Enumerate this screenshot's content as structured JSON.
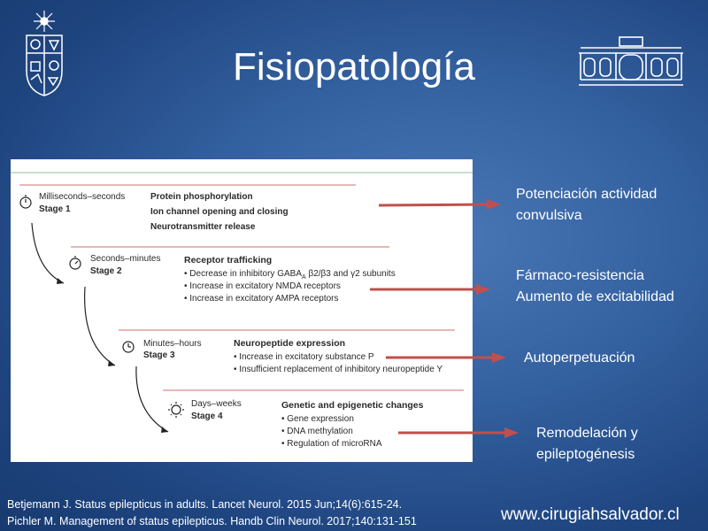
{
  "title": "Fisiopatología",
  "figure": {
    "stages": [
      {
        "time": "Milliseconds–seconds",
        "stage": "Stage 1",
        "items": [
          "Protein phosphorylation",
          "Ion channel opening and closing",
          "Neurotransmitter release"
        ]
      },
      {
        "time": "Seconds–minutes",
        "stage": "Stage 2",
        "heading": "Receptor trafficking",
        "items": [
          "• Decrease in inhibitory GABA",
          "• Increase in excitatory NMDA receptors",
          "• Increase in excitatory AMPA receptors"
        ],
        "gaba_sub": "A",
        "gaba_tail": " β2/β3 and γ2 subunits"
      },
      {
        "time": "Minutes–hours",
        "stage": "Stage 3",
        "heading": "Neuropeptide expression",
        "items": [
          "• Increase in excitatory substance P",
          "• Insufficient replacement of inhibitory neuropeptide Y"
        ]
      },
      {
        "time": "Days–weeks",
        "stage": "Stage 4",
        "heading": "Genetic and epigenetic changes",
        "items": [
          "• Gene expression",
          "• DNA methylation",
          "• Regulation of microRNA"
        ]
      }
    ]
  },
  "annotations": [
    {
      "line1": "Potenciación actividad",
      "line2": "convulsiva"
    },
    {
      "line1": "Fármaco-resistencia",
      "line2": "Aumento de excitabilidad"
    },
    {
      "line1": "Autoperpetuación",
      "line2": ""
    },
    {
      "line1": "Remodelación y",
      "line2": "epileptogénesis"
    }
  ],
  "references": [
    "Betjemann J. Status epilepticus in adults. Lancet Neurol. 2015 Jun;14(6):615-24.",
    "Pichler M. Management of status epilepticus. Handb Clin Neurol. 2017;140:131-151"
  ],
  "website": "www.cirugiahsalvador.cl",
  "colors": {
    "background": "#2d5a99",
    "arrow": "#c0504d",
    "figure_rule": "#e6b8b8",
    "text": "#ffffff"
  },
  "icons": {
    "left_logo": "university-coat-of-arms-icon",
    "right_logo": "hospital-building-icon",
    "stage4_icon": "sun-icon"
  }
}
